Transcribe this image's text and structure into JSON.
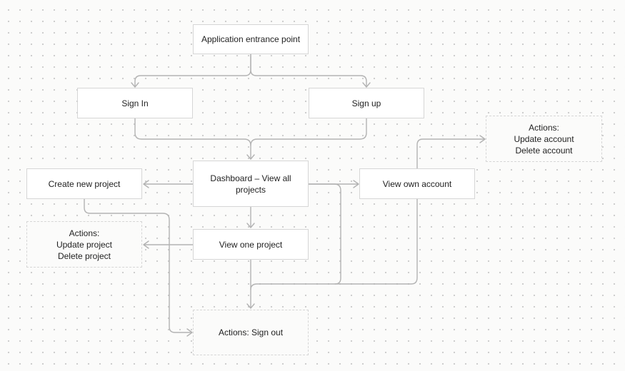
{
  "nodes": {
    "entrance": {
      "label": "Application entrance point"
    },
    "sign_in": {
      "label": "Sign In"
    },
    "sign_up": {
      "label": "Sign up"
    },
    "dashboard": {
      "label": "Dashboard – View all projects"
    },
    "create_project": {
      "label": "Create new project"
    },
    "view_account": {
      "label": "View own account"
    },
    "account_actions": {
      "lines": [
        "Actions:",
        "Update account",
        "Delete account"
      ]
    },
    "view_project": {
      "label": "View one project"
    },
    "project_actions": {
      "lines": [
        "Actions:",
        "Update project",
        "Delete project"
      ]
    },
    "sign_out": {
      "label": "Actions: Sign out"
    }
  },
  "colors": {
    "connector": "#b3b3b3",
    "border": "#d6d6d6",
    "background": "#fbfbfa"
  }
}
